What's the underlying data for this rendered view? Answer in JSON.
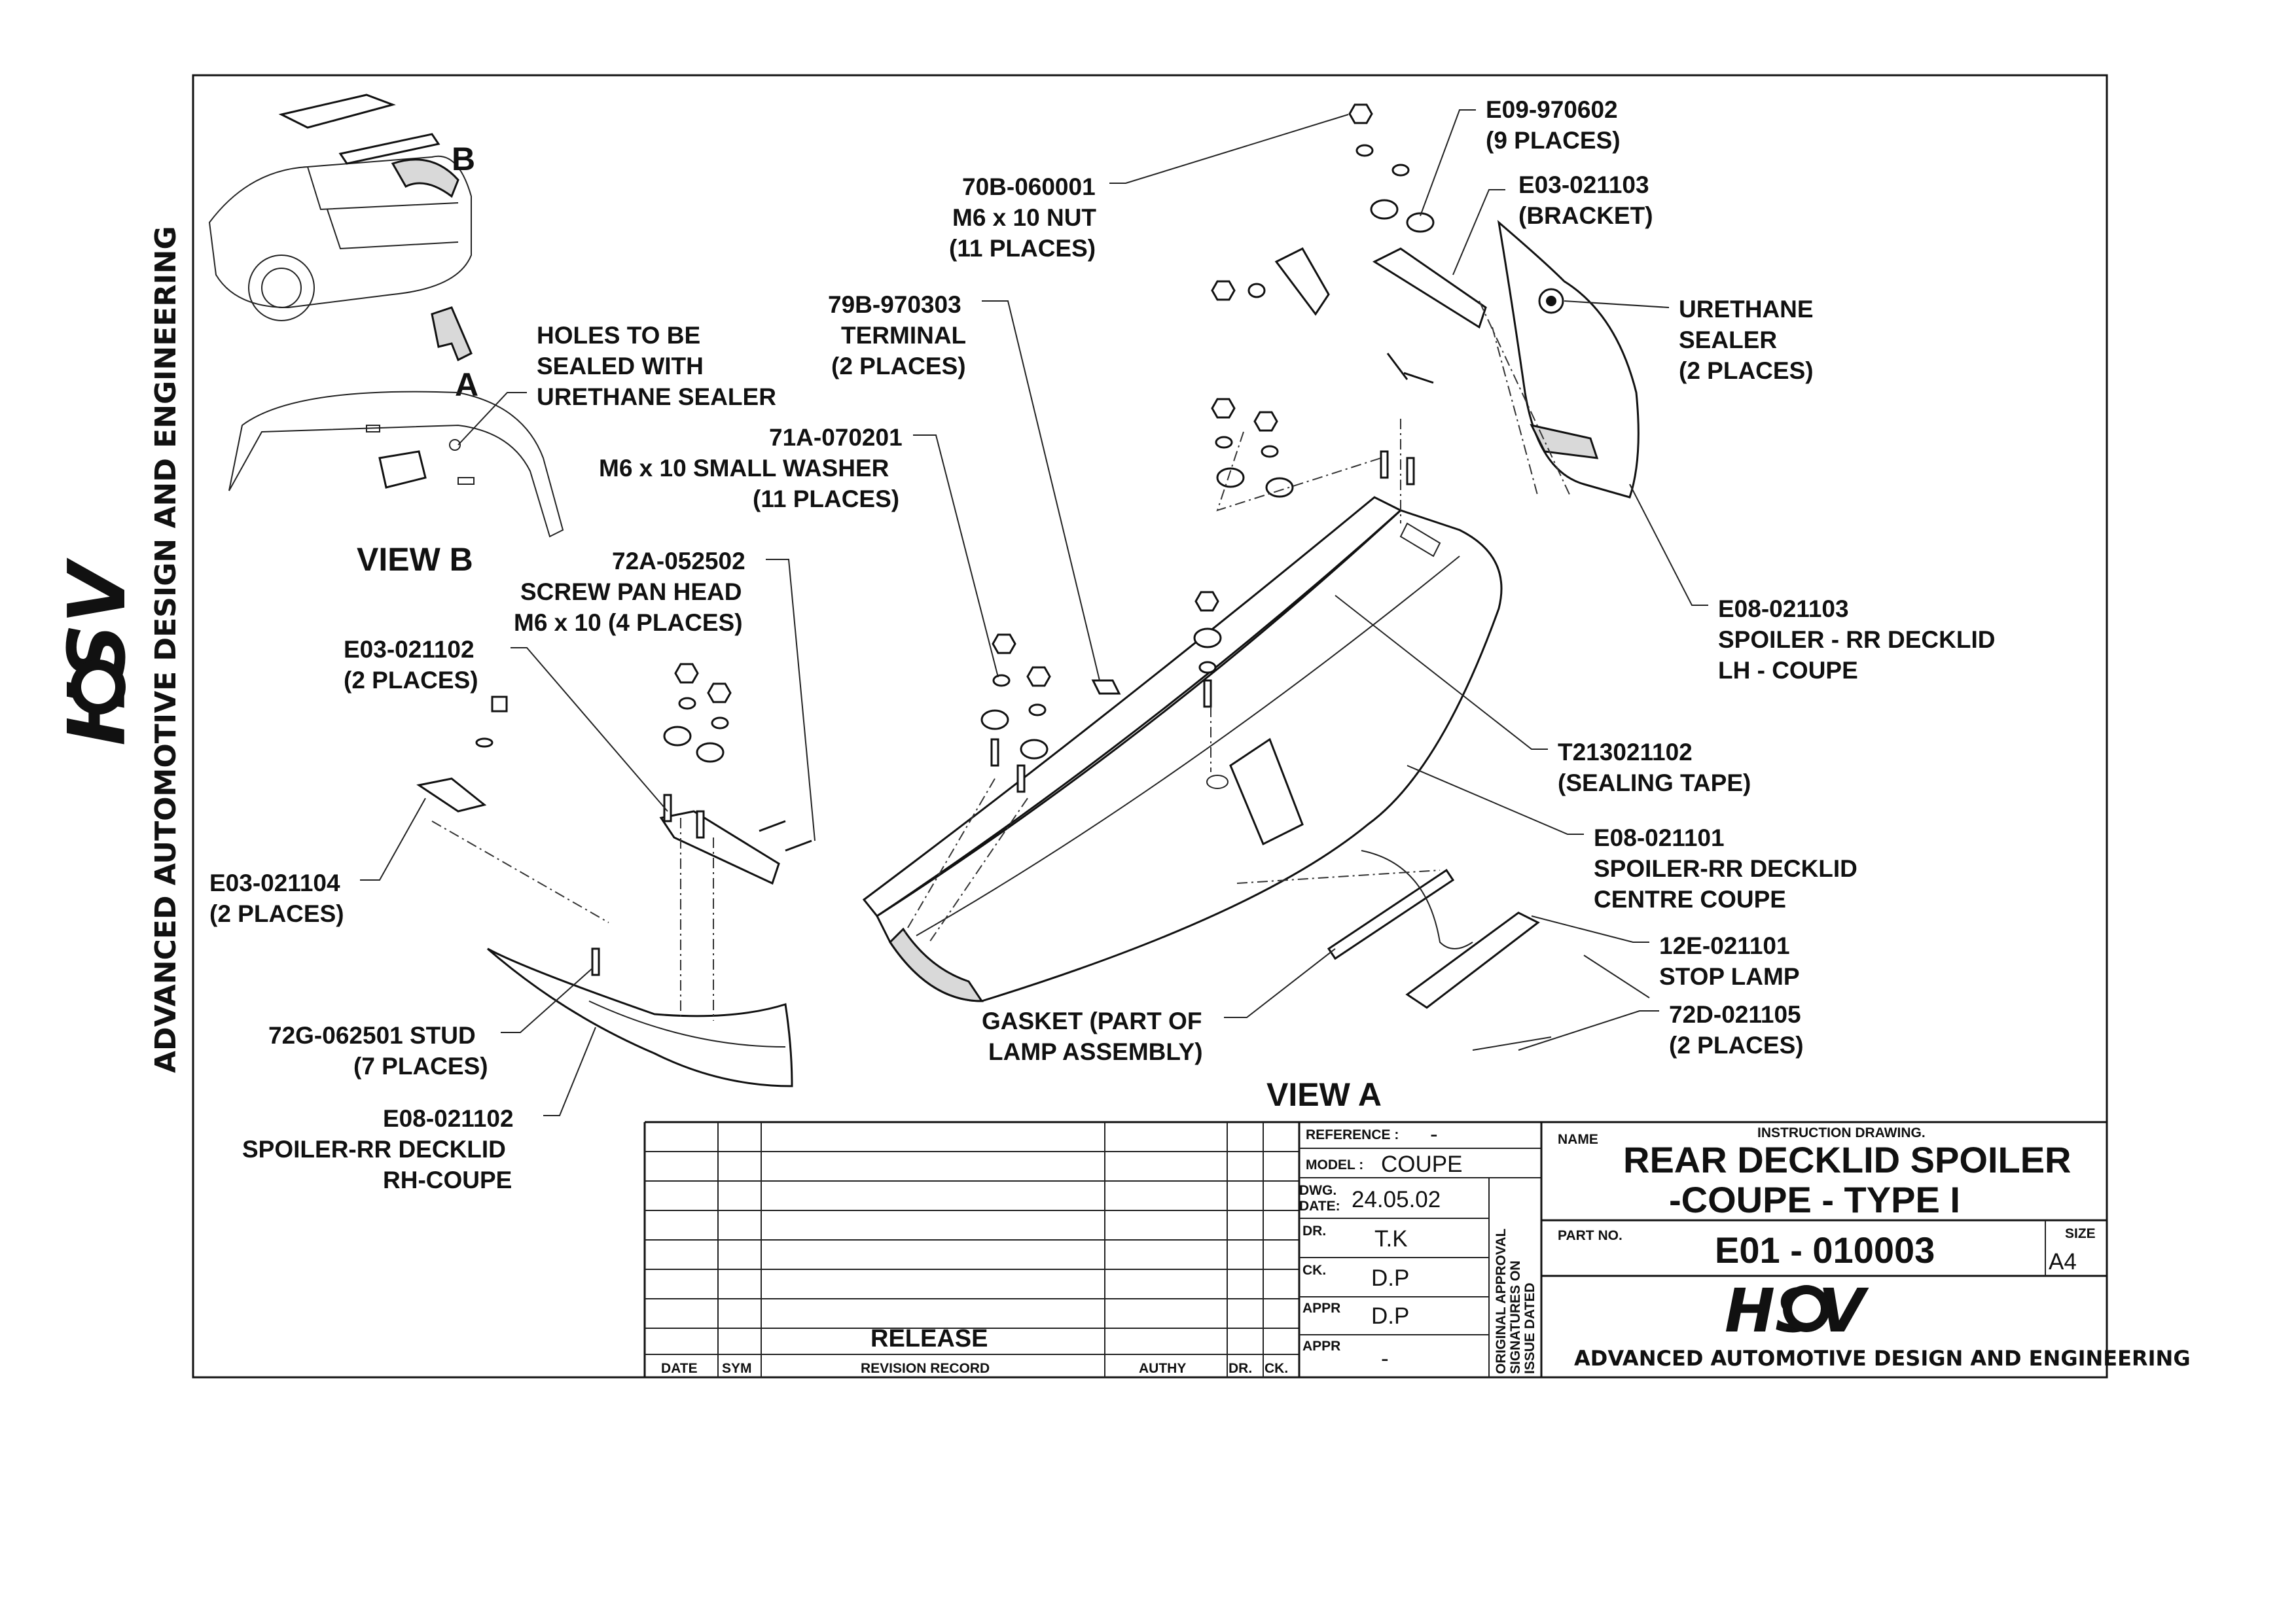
{
  "callouts": {
    "e09_970602": "E09-970602",
    "e09_qty": "(9 PLACES)",
    "e03_021103": "E03-021103",
    "e03_021103_desc": "(BRACKET)",
    "nut_code": "70B-060001",
    "nut_desc": "M6 x 10 NUT",
    "nut_qty": "(11 PLACES)",
    "terminal_code": "79B-970303",
    "terminal_desc": "TERMINAL",
    "terminal_qty": "(2 PLACES)",
    "sealer_1": "URETHANE",
    "sealer_2": "SEALER",
    "sealer_qty": "(2 PLACES)",
    "holes_1": "HOLES TO BE",
    "holes_2": "SEALED WITH",
    "holes_3": "URETHANE SEALER",
    "washer_code": "71A-070201",
    "washer_desc": "M6 x 10 SMALL WASHER",
    "washer_qty": "(11 PLACES)",
    "screw_code": "72A-052502",
    "screw_desc": "SCREW PAN HEAD",
    "screw_qty": "M6 x 10 (4 PLACES)",
    "e03_021102": "E03-021102",
    "e03_021102_qty": "(2 PLACES)",
    "e08_021103": "E08-021103",
    "e08_021103_desc1": "SPOILER - RR DECKLID",
    "e08_021103_desc2": "LH - COUPE",
    "tape_code": "T213021102",
    "tape_desc": "(SEALING TAPE)",
    "e08_021101": "E08-021101",
    "e08_021101_desc1": "SPOILER-RR DECKLID",
    "e08_021101_desc2": "CENTRE COUPE",
    "e03_021104": "E03-021104",
    "e03_021104_qty": "(2 PLACES)",
    "stop_code": "12E-021101",
    "stop_desc": "STOP LAMP",
    "e72d_code": "72D-021105",
    "e72d_qty": "(2 PLACES)",
    "gasket_1": "GASKET (PART OF",
    "gasket_2": "LAMP ASSEMBLY)",
    "stud_code": "72G-062501 STUD",
    "stud_qty": "(7 PLACES)",
    "e08_021102": "E08-021102",
    "e08_021102_desc1": "SPOILER-RR DECKLID",
    "e08_021102_desc2": "RH-COUPE"
  },
  "views": {
    "a_marker": "A",
    "b_marker": "B",
    "view_b": "VIEW B",
    "view_a": "VIEW A"
  },
  "side_banner": "ADVANCED AUTOMOTIVE DESIGN AND ENGINEERING",
  "logo_text": "HSV",
  "title_block": {
    "reference_label": "REFERENCE :",
    "reference_value": "-",
    "model_label": "MODEL :",
    "model_value": "COUPE",
    "dwg_label_1": "DWG.",
    "dwg_label_2": "DATE:",
    "dwg_value": "24.05.02",
    "dr_label": "DR.",
    "dr_value": "T.K",
    "ck_label": "CK.",
    "ck_value": "D.P",
    "appr_label": "APPR",
    "appr_value": "D.P",
    "appr2_label": "APPR",
    "appr2_value": "-",
    "approval_1": "ORIGINAL APPROVAL",
    "approval_2": "SIGNATURES ON",
    "approval_3": "ISSUE DATED",
    "name_label": "NAME",
    "instruction": "INSTRUCTION DRAWING.",
    "title_1": "REAR DECKLID SPOILER",
    "title_2": "-COUPE - TYPE I",
    "part_label": "PART NO.",
    "part_value": "E01 - 010003",
    "size_label": "SIZE",
    "size_value": "A4",
    "company": "ADVANCED AUTOMOTIVE DESIGN AND ENGINEERING",
    "release": "RELEASE",
    "col_date": "DATE",
    "col_sym": "SYM",
    "col_revision": "REVISION RECORD",
    "col_authy": "AUTHY",
    "col_dr": "DR.",
    "col_ck": "CK."
  }
}
